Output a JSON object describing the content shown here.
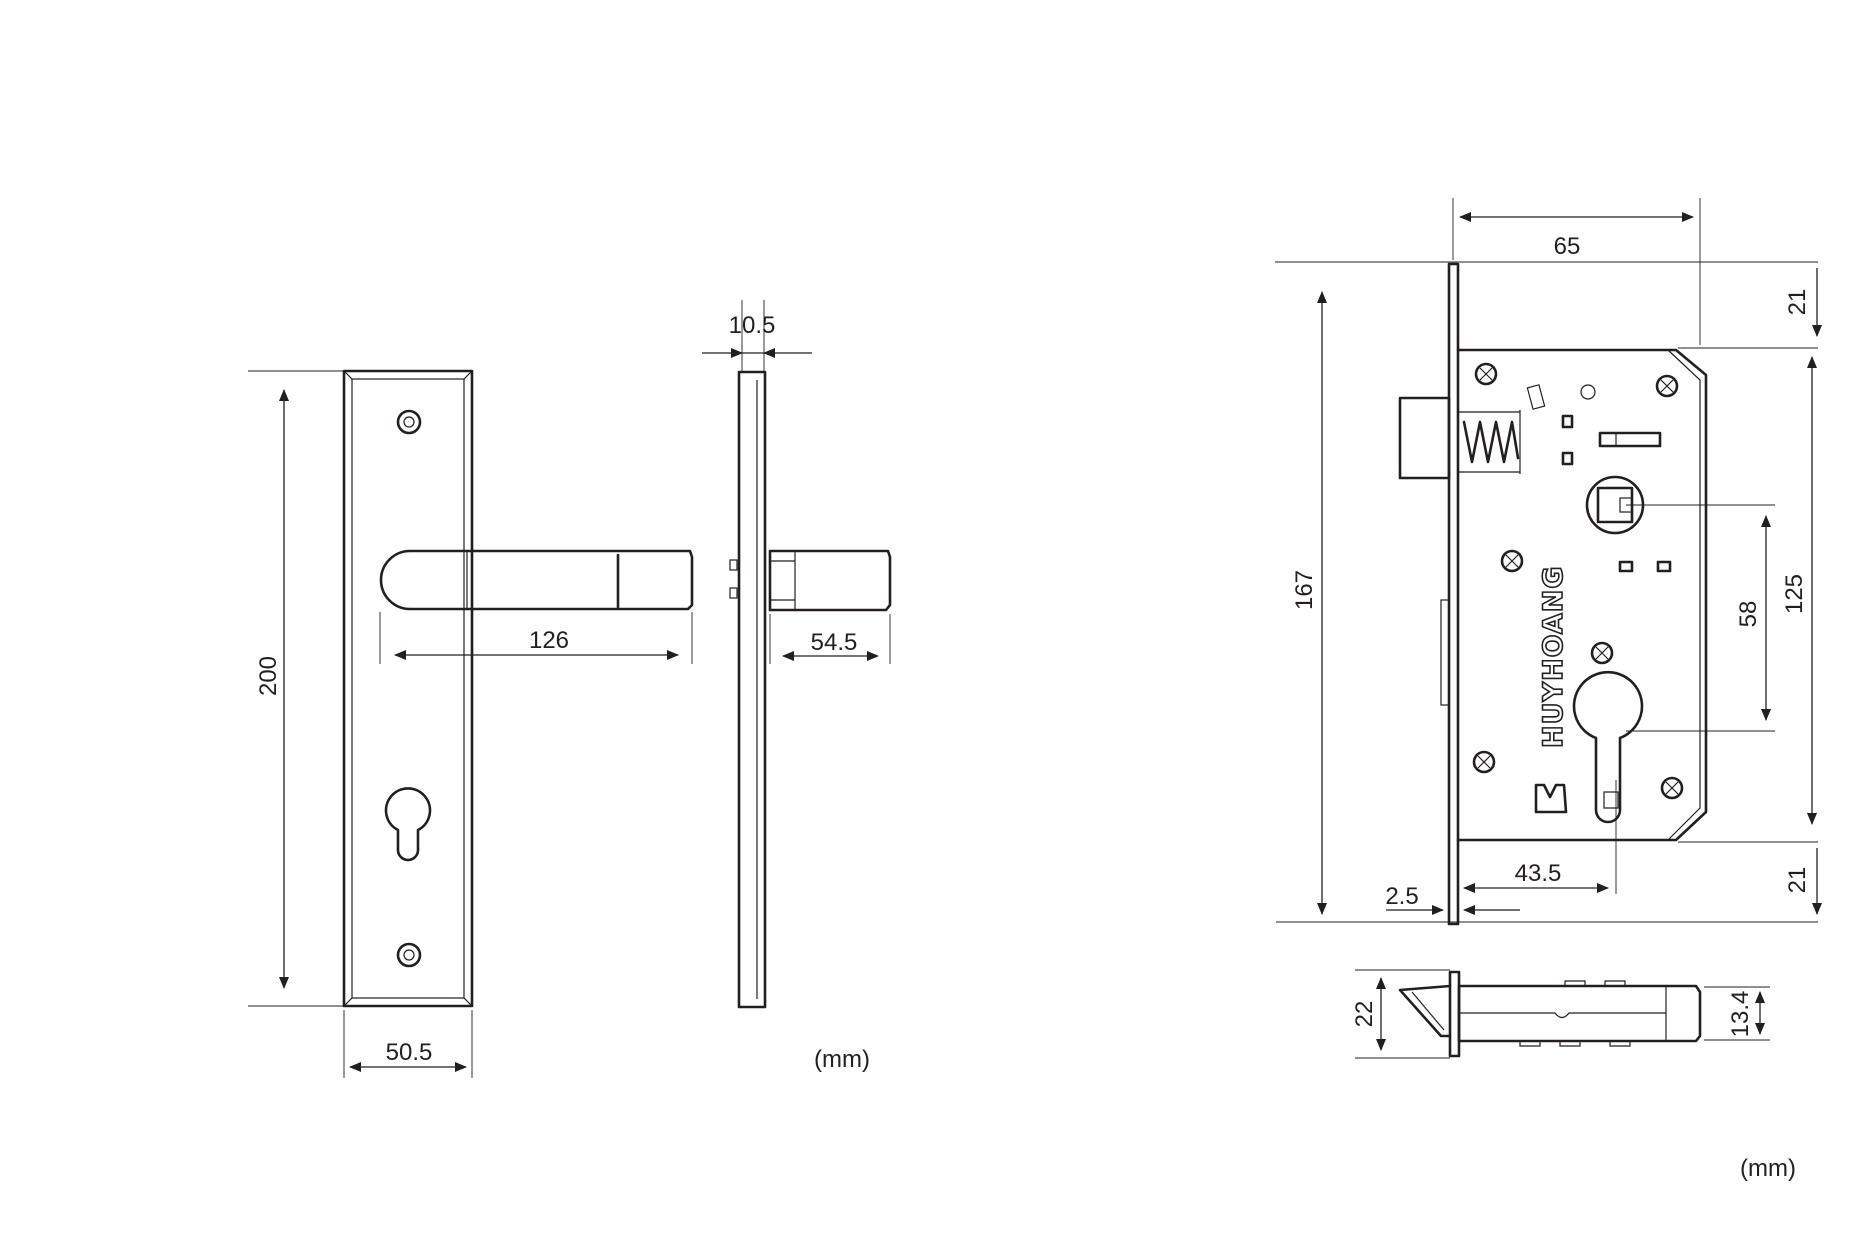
{
  "handle": {
    "height_label": "200",
    "width_label": "50.5",
    "lever_length_label": "126",
    "plate_thickness_label": "10.5",
    "lever_depth_label": "54.5",
    "unit_label": "(mm)"
  },
  "lockbody": {
    "backset_label": "65",
    "total_height_label": "167",
    "case_height_label": "125",
    "top_margin_label": "21",
    "bottom_margin_label": "21",
    "center_distance_label": "58",
    "cylinder_offset_label": "43.5",
    "faceplate_thickness_label": "2.5",
    "faceplate_width_label": "22",
    "case_thickness_label": "13.4",
    "brand_text": "HUYHOANG",
    "unit_label": "(mm)"
  }
}
